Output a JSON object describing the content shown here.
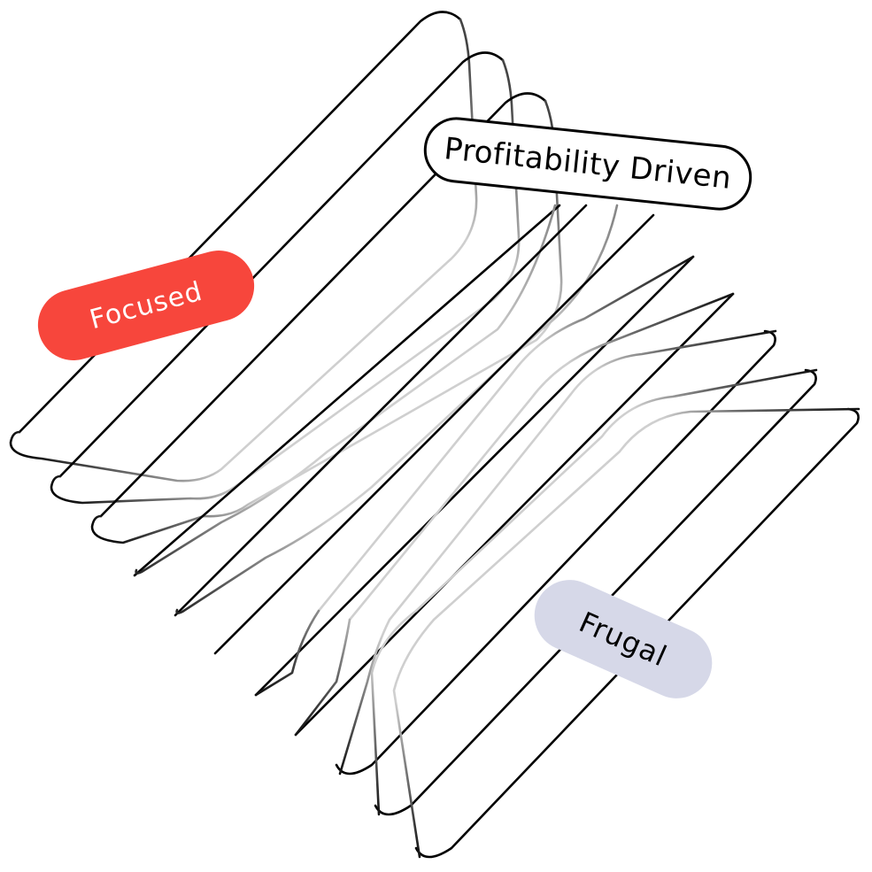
{
  "diagram": {
    "colors": {
      "line": "#000000",
      "fade": "#cfcfcf",
      "background": "#ffffff"
    },
    "labels": {
      "focused": {
        "text": "Focused",
        "fill": "#f7463c",
        "text_color": "#ffffff"
      },
      "profitability": {
        "text": "Profitability Driven",
        "fill": "#ffffff",
        "text_color": "#000000",
        "border": "#000000"
      },
      "frugal": {
        "text": "Frugal",
        "fill": "#d6d8e8",
        "text_color": "#000000"
      }
    },
    "upper_loop_count": 5,
    "lower_loop_count": 5,
    "center_line_count": 1
  }
}
